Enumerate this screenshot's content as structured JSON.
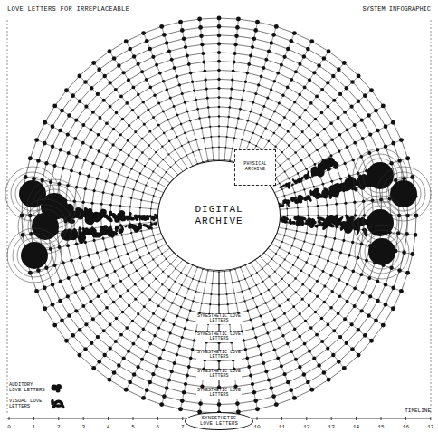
{
  "diagram": {
    "title": "LOVE LETTERS FOR IRREPLACEABLE",
    "nodes": [
      {
        "text": [
          "DIGITAL ARCHIVE"
        ]
      },
      {
        "text": [
          "PHYSICAL ARCHIVE"
        ]
      },
      {
        "text": [
          "SYNESTHETIC LOVE LETTERS"
        ]
      }
    ],
    "labels": [
      "SYSTEM INFOGRAPHIC",
      "TIMELINE",
      "0",
      "1",
      "2",
      "3",
      "4",
      "5",
      "6",
      "7",
      "8",
      "9",
      "10",
      "11",
      "12",
      "13",
      "14",
      "15",
      "16",
      "17",
      "SYNESTHETIC LOVE LETTERS",
      "SYNESTHETIC LOVE LETTERS",
      "SYNESTHETIC LOVE LETTERS",
      "SYNESTHETIC LOVE LETTERS",
      "SYNESTHETIC LOVE LETTERS"
    ],
    "legend": [
      {
        "text": "AUDITORY LOVE LETTERS"
      },
      {
        "text": "VISUAL LOVE LETTERS"
      }
    ]
  }
}
